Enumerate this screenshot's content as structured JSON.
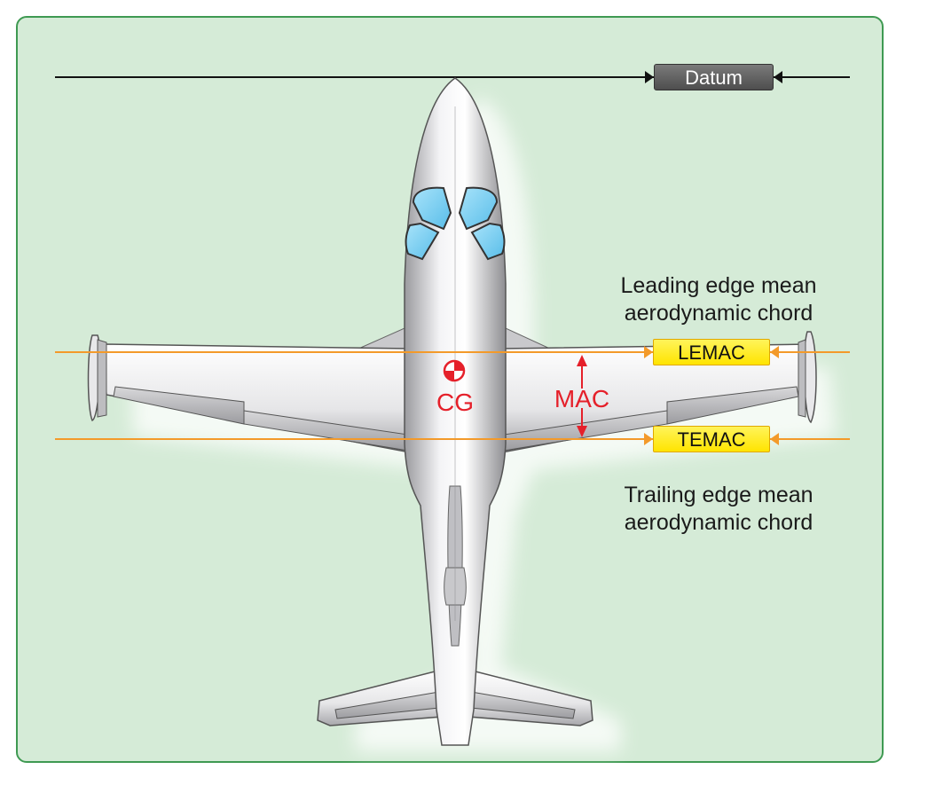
{
  "labels": {
    "datum": "Datum",
    "lemac": "LEMAC",
    "temac": "TEMAC",
    "cg": "CG",
    "mac": "MAC",
    "leading_line1": "Leading edge mean",
    "leading_line2": "aerodynamic chord",
    "trailing_line1": "Trailing edge mean",
    "trailing_line2": "aerodynamic chord"
  },
  "colors": {
    "background_panel": "#d5ebd7",
    "panel_border": "#3f9a52",
    "chord_lines": "#f39a2a",
    "label_yellow": "#ffe400",
    "datum_tag": "#5a5a5a",
    "cg_mac_text": "#e5202a",
    "canopy": "#7cd0f2",
    "airframe": "#d9d9db"
  },
  "icons": {
    "cg_marker": "cg-symbol-icon"
  }
}
